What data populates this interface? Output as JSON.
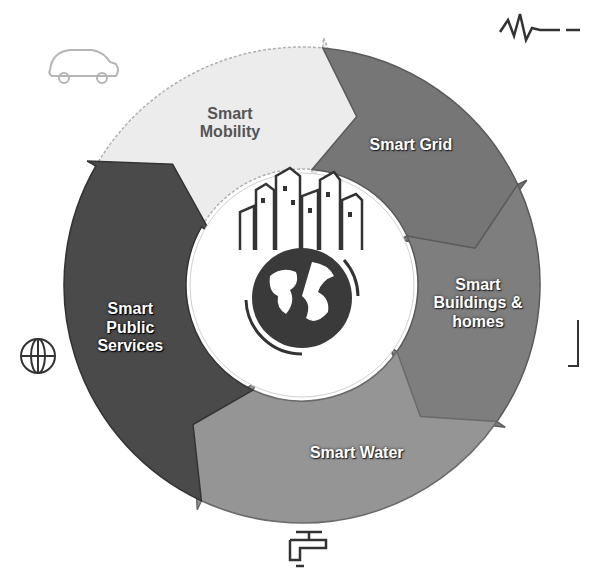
{
  "diagram": {
    "nodes": [
      {
        "text": [
          "Smart Mobility"
        ]
      },
      {
        "text": [
          "Smart Grid"
        ]
      },
      {
        "text": [
          "Smart Buildings & homes"
        ]
      },
      {
        "text": [
          "Smart Water"
        ]
      },
      {
        "text": [
          "Smart Public Services"
        ]
      }
    ]
  }
}
